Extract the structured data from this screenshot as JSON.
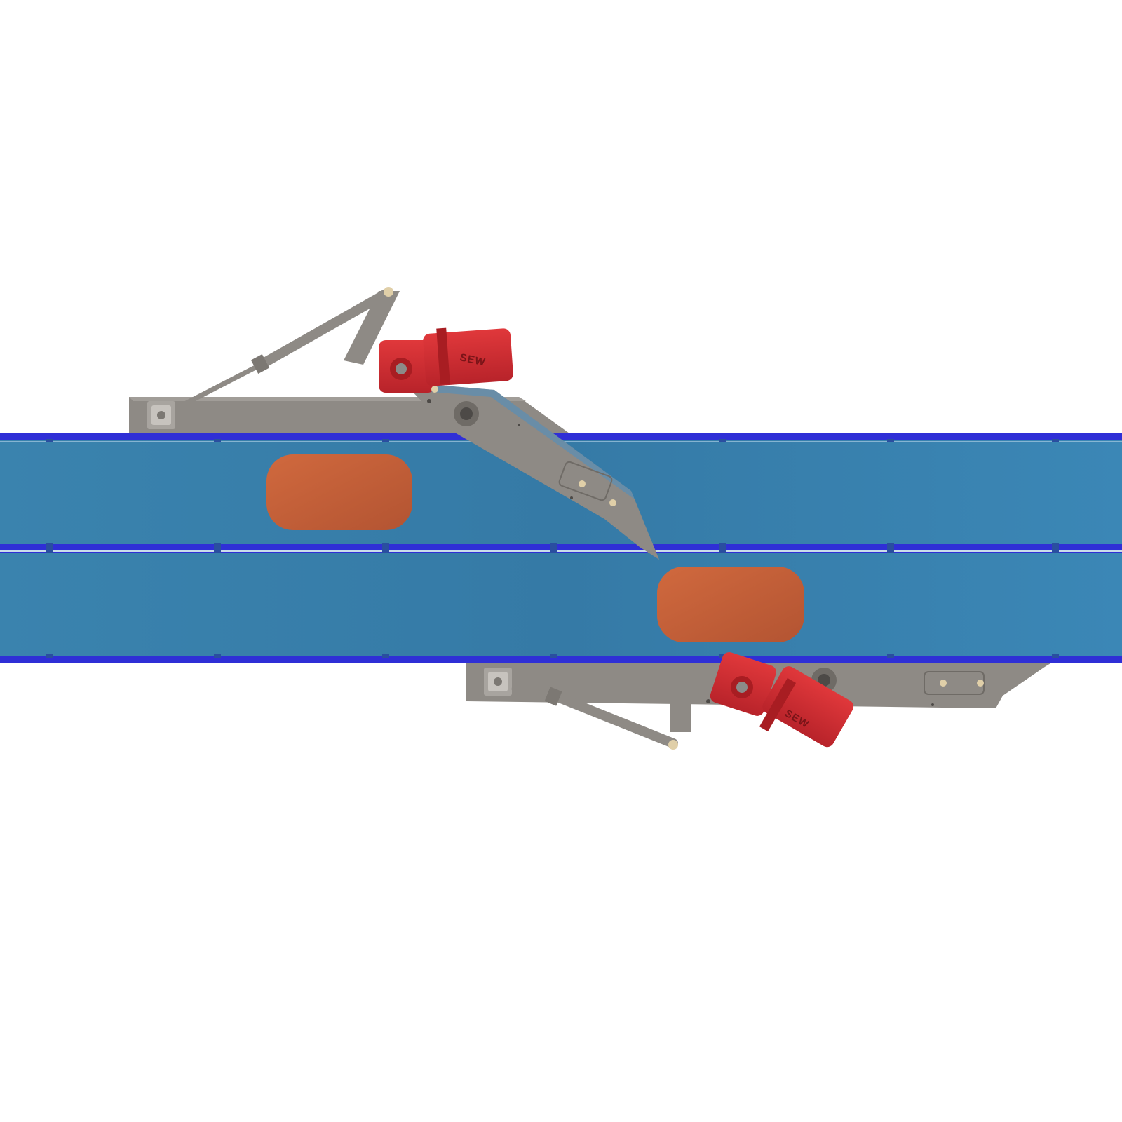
{
  "scene": {
    "background": "#ffffff",
    "colors": {
      "belt": "#3a83ae",
      "belt_edge": "#2f2fd6",
      "frame": "#8e8a85",
      "frame_dark": "#6f6b66",
      "motor": "#d42a2e",
      "motor_dark": "#a81d22",
      "package": "#c4603a",
      "bolt": "#e0cfa8"
    },
    "lanes": 2,
    "packages": 2,
    "diverters": 2
  },
  "diverter_top": {
    "motor_label": "SEW",
    "motor_icon": "gear-motor-icon",
    "actuator_icon": "pneumatic-cylinder-icon"
  },
  "diverter_bottom": {
    "motor_label": "SEW",
    "motor_icon": "gear-motor-icon",
    "actuator_icon": "pneumatic-cylinder-icon"
  }
}
